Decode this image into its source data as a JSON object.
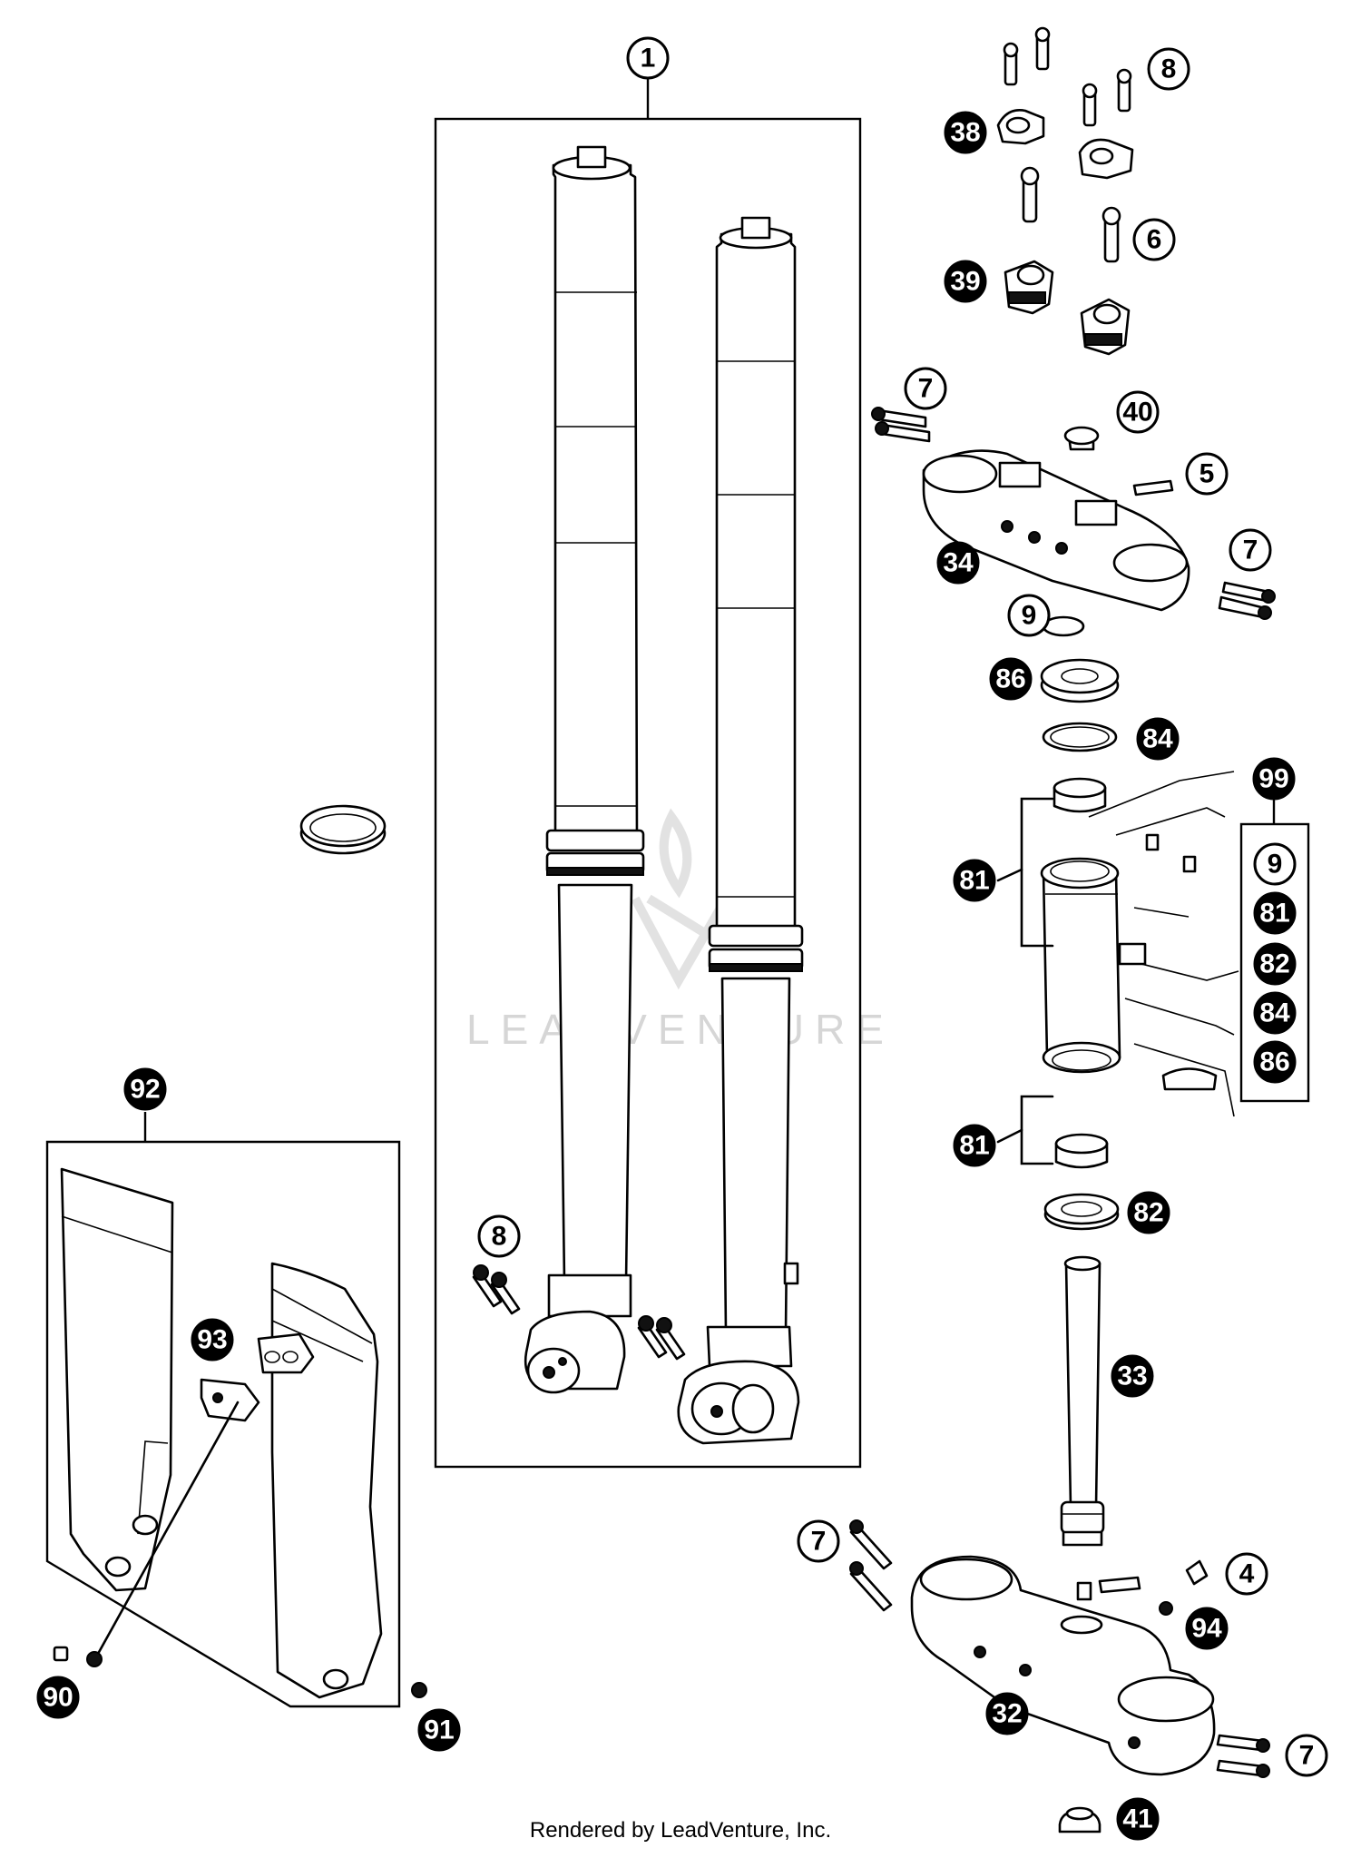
{
  "diagram": {
    "callouts": [
      {
        "id": "c1",
        "label": "1",
        "bold": false
      },
      {
        "id": "c8a",
        "label": "8",
        "bold": false
      },
      {
        "id": "c38",
        "label": "38",
        "bold": true
      },
      {
        "id": "c6",
        "label": "6",
        "bold": false
      },
      {
        "id": "c39",
        "label": "39",
        "bold": true
      },
      {
        "id": "c7a",
        "label": "7",
        "bold": false
      },
      {
        "id": "c40",
        "label": "40",
        "bold": false
      },
      {
        "id": "c5",
        "label": "5",
        "bold": false
      },
      {
        "id": "c34",
        "label": "34",
        "bold": true
      },
      {
        "id": "c7b",
        "label": "7",
        "bold": false
      },
      {
        "id": "c9a",
        "label": "9",
        "bold": false
      },
      {
        "id": "c86",
        "label": "86",
        "bold": true
      },
      {
        "id": "c84",
        "label": "84",
        "bold": true
      },
      {
        "id": "c99",
        "label": "99",
        "bold": true
      },
      {
        "id": "c81a",
        "label": "81",
        "bold": true
      },
      {
        "id": "c81b",
        "label": "81",
        "bold": true
      },
      {
        "id": "c82",
        "label": "82",
        "bold": true
      },
      {
        "id": "c33",
        "label": "33",
        "bold": true
      },
      {
        "id": "c92",
        "label": "92",
        "bold": true
      },
      {
        "id": "c93",
        "label": "93",
        "bold": true
      },
      {
        "id": "c8b",
        "label": "8",
        "bold": false
      },
      {
        "id": "c7c",
        "label": "7",
        "bold": false
      },
      {
        "id": "c4",
        "label": "4",
        "bold": false
      },
      {
        "id": "c94",
        "label": "94",
        "bold": true
      },
      {
        "id": "c32",
        "label": "32",
        "bold": true
      },
      {
        "id": "c7d",
        "label": "7",
        "bold": false
      },
      {
        "id": "c41",
        "label": "41",
        "bold": true
      },
      {
        "id": "c90",
        "label": "90",
        "bold": true
      },
      {
        "id": "c91",
        "label": "91",
        "bold": true
      }
    ],
    "kit_list": [
      {
        "id": "k9",
        "label": "9",
        "bold": false
      },
      {
        "id": "k81",
        "label": "81",
        "bold": true
      },
      {
        "id": "k82",
        "label": "82",
        "bold": true
      },
      {
        "id": "k84",
        "label": "84",
        "bold": true
      },
      {
        "id": "k86",
        "label": "86",
        "bold": true
      }
    ],
    "watermark": "LEADVENTURE",
    "footer": "Rendered by LeadVenture, Inc."
  }
}
